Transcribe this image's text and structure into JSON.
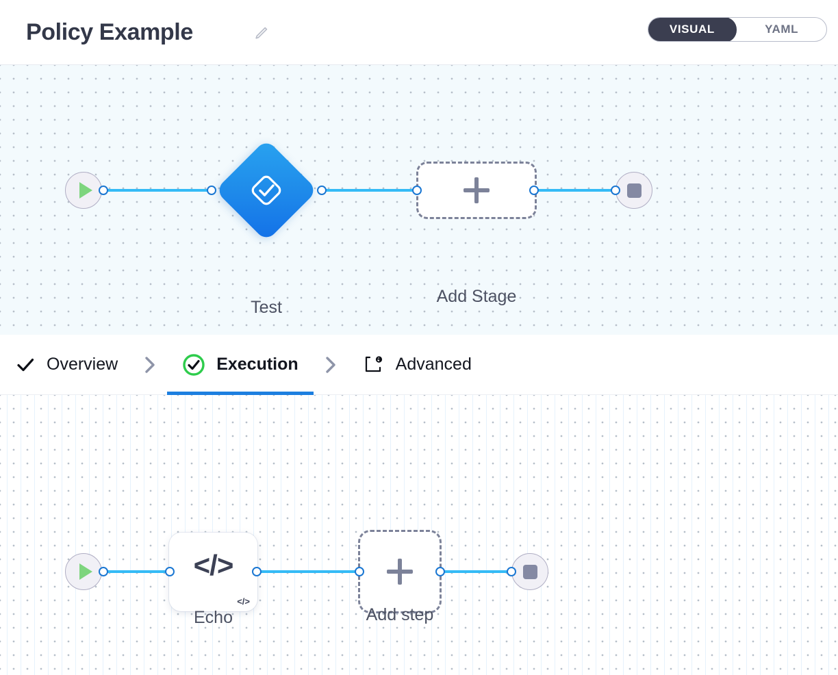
{
  "header": {
    "title": "Policy Example",
    "edit_icon": "pencil-icon",
    "mode_toggle": {
      "active": "VISUAL",
      "options": [
        {
          "label": "VISUAL",
          "active": true
        },
        {
          "label": "YAML",
          "active": false
        }
      ],
      "active_bg": "#3b3e50",
      "inactive_color": "#6d7284"
    }
  },
  "tabs": [
    {
      "label": "Overview",
      "icon": "check-icon",
      "active": false
    },
    {
      "label": "Execution",
      "icon": "check-circle-icon",
      "active": true
    },
    {
      "label": "Advanced",
      "icon": "box-gear-icon",
      "active": false
    }
  ],
  "tab_separator_icon": "chevron-right-icon",
  "stage_canvas": {
    "name": "pipeline-stage-canvas",
    "background": "#f3fafd",
    "start_node": {
      "icon": "play-icon",
      "color": "#7ed57e"
    },
    "end_node": {
      "icon": "stop-icon",
      "color": "#8489a3"
    },
    "nodes": [
      {
        "label": "Test",
        "type": "stage",
        "icon": "check-diamond-icon",
        "color": "#1f8cea"
      },
      {
        "label": "Add Stage",
        "type": "add-stage",
        "icon": "plus-icon",
        "color": "#7c8299"
      }
    ],
    "edge_color": "#35bbf6",
    "handle_color": "#1976d2"
  },
  "step_canvas": {
    "name": "pipeline-step-canvas",
    "background": "#ffffff",
    "start_node": {
      "icon": "play-icon",
      "color": "#7ed57e"
    },
    "end_node": {
      "icon": "stop-icon",
      "color": "#8489a3"
    },
    "nodes": [
      {
        "label": "Echo",
        "type": "step",
        "icon": "code-icon",
        "glyph": "</>",
        "badge": "</>"
      },
      {
        "label": "Add step",
        "type": "add-step",
        "icon": "plus-icon",
        "glyph": "",
        "badge": ""
      }
    ],
    "edge_color": "#35bbf6",
    "handle_color": "#1976d2"
  }
}
